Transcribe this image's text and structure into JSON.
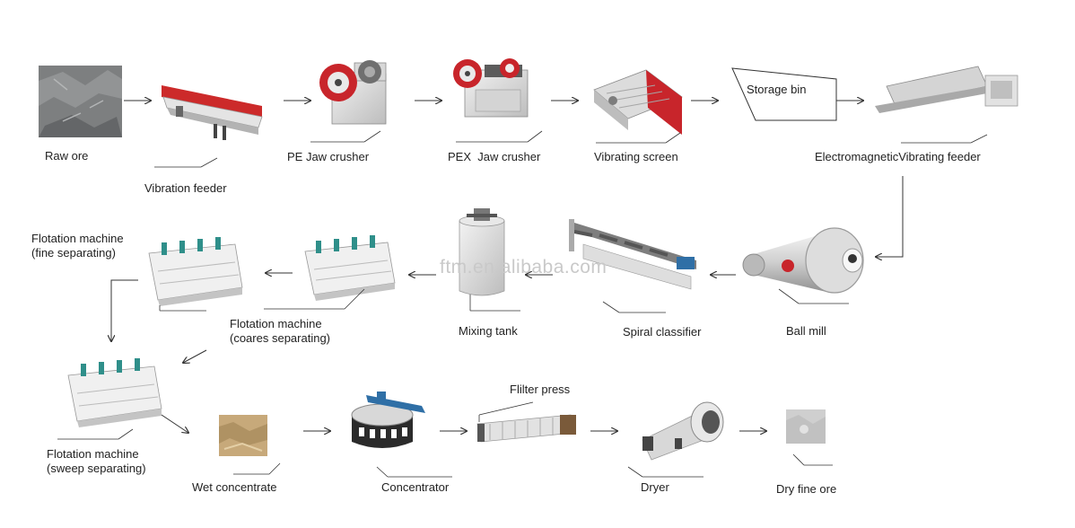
{
  "watermark": "ftm.en.alibaba.com",
  "stations": {
    "raw_ore": "Raw ore",
    "vibration_feeder": "Vibration feeder",
    "pe_jaw_crusher": "PE Jaw crusher",
    "pex_jaw_crusher": "PEX  Jaw crusher",
    "vibrating_screen": "Vibrating screen",
    "storage_bin": "Storage bin",
    "electromagnetic_feeder": "ElectromagneticVibrating feeder",
    "ball_mill": "Ball mill",
    "spiral_classifier": "Spiral classifier",
    "mixing_tank": "Mixing tank",
    "flotation_coarse": "Flotation machine\n(coares separating)",
    "flotation_fine": "Flotation machine\n(fine separating)",
    "flotation_sweep": "Flotation machine\n(sweep separating)",
    "wet_concentrate": "Wet concentrate",
    "concentrator": "Concentrator",
    "filter_press": "Flilter press",
    "dryer": "Dryer",
    "dry_fine_ore": "Dry fine ore"
  },
  "colors": {
    "arrow": "#333333",
    "accent_red": "#c8252b",
    "machine_white": "#ececec",
    "machine_gray": "#9a9a9a",
    "flotation_teal": "#2f8f8a"
  }
}
